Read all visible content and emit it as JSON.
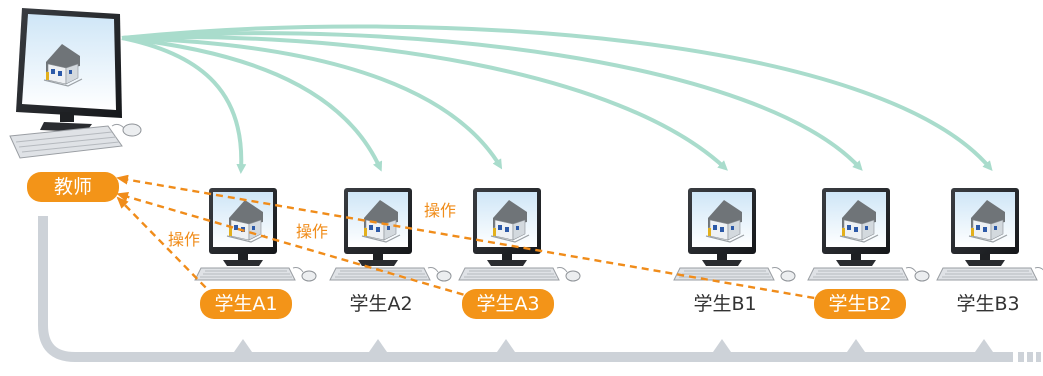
{
  "teacher": {
    "label": "教师"
  },
  "students": [
    {
      "label": "学生A1",
      "highlighted": true
    },
    {
      "label": "学生A2",
      "highlighted": false
    },
    {
      "label": "学生A3",
      "highlighted": true
    },
    {
      "label": "学生B1",
      "highlighted": false
    },
    {
      "label": "学生B2",
      "highlighted": true
    },
    {
      "label": "学生B3",
      "highlighted": false
    }
  ],
  "operations": [
    {
      "label": "操作"
    },
    {
      "label": "操作"
    },
    {
      "label": "操作"
    }
  ],
  "colors": {
    "broadcast_arrow": "#a9dccc",
    "operate_arrow": "#f08c1a",
    "highlight_pill": "#f39418",
    "network_bus": "#cdd2d8"
  }
}
